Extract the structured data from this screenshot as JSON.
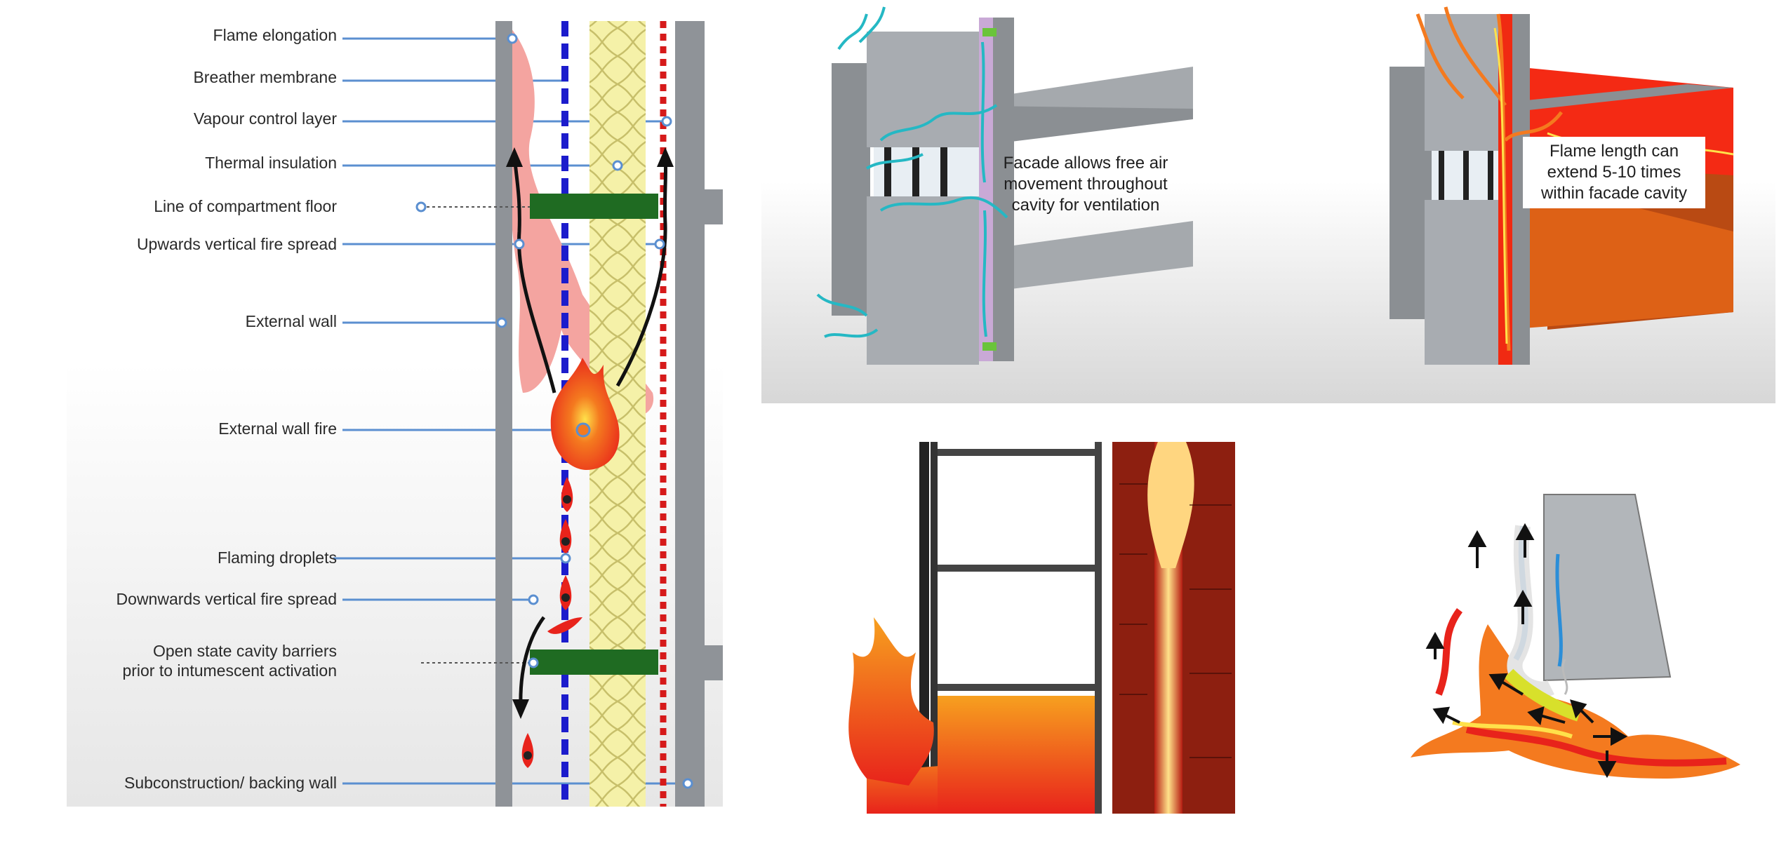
{
  "diagram": {
    "labels": [
      {
        "key": "flame_elongation",
        "text": "Flame elongation"
      },
      {
        "key": "breather_membrane",
        "text": "Breather membrane"
      },
      {
        "key": "vapour_control_layer",
        "text": "Vapour control layer"
      },
      {
        "key": "thermal_insulation",
        "text": "Thermal insulation"
      },
      {
        "key": "line_of_compartment_floor",
        "text": "Line of compartment floor"
      },
      {
        "key": "upwards_vertical_fire_spread",
        "text": "Upwards vertical fire spread"
      },
      {
        "key": "external_wall",
        "text": "External wall"
      },
      {
        "key": "external_wall_fire",
        "text": "External wall fire"
      },
      {
        "key": "flaming_droplets",
        "text": "Flaming droplets"
      },
      {
        "key": "downwards_vertical_fire_spread",
        "text": "Downwards vertical fire spread"
      },
      {
        "key": "open_state_cavity_barriers",
        "lines": [
          "Open state cavity barriers",
          "prior to intumescent activation"
        ]
      },
      {
        "key": "subconstruction_backing_wall",
        "text": "Subconstruction/ backing wall"
      }
    ]
  },
  "ventilation_panel": {
    "note_lines": [
      "Facade allows free air",
      "movement throughout",
      "cavity for ventilation"
    ]
  },
  "flame_panel": {
    "note_lines": [
      "Flame length can",
      "extend 5-10 times",
      "within facade cavity"
    ]
  },
  "colors": {
    "flame_red": "#e8231b",
    "flame_orange": "#f47a1f",
    "flame_yellow": "#ffe14a",
    "smoke_pink": "#f4a4a0",
    "insulation_yellow": "#f5f1a8",
    "cavity_barrier_green": "#1f6b22",
    "breather_membrane_blue": "#1c1ccc",
    "vapour_layer_red": "#d61a1a",
    "leader_line_blue": "#5b8fd0",
    "airflow_cyan": "#25b8c4",
    "facade_grey": "#9a9ea3"
  }
}
